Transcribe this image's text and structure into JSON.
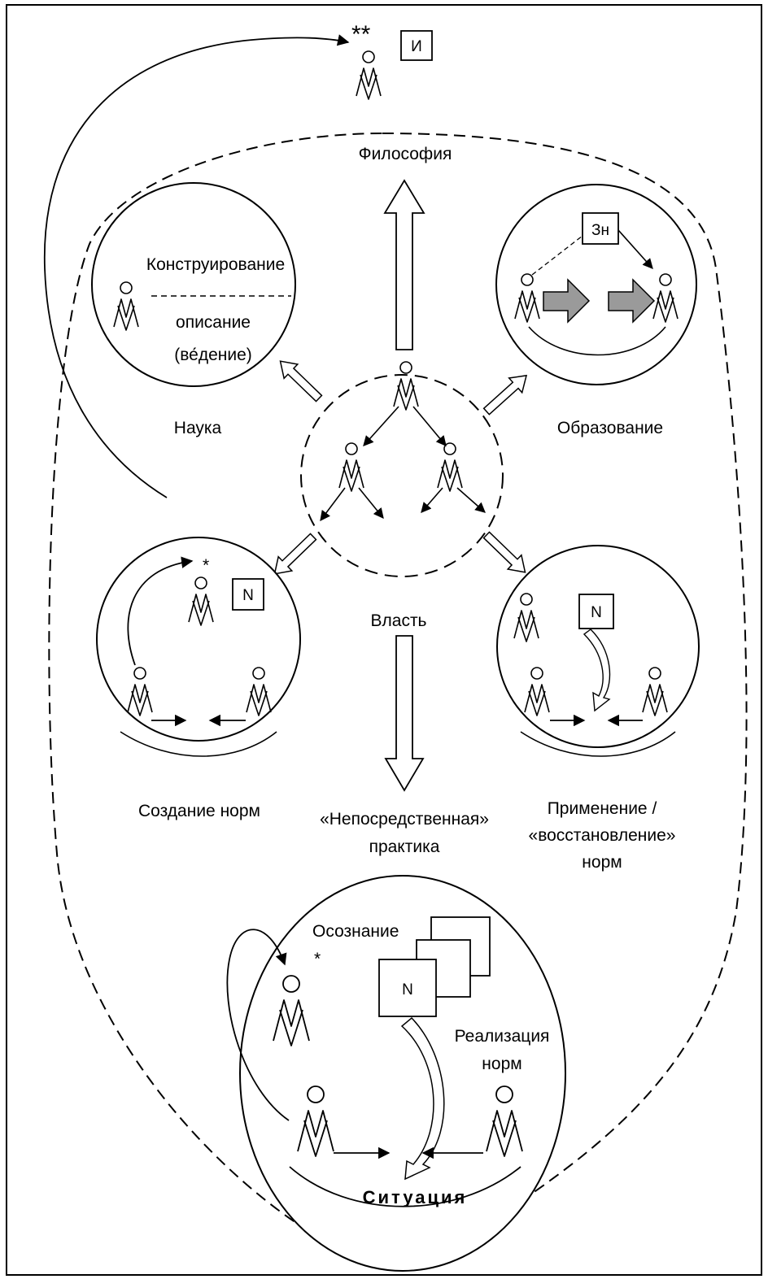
{
  "top_marks": {
    "stars": "**",
    "box_label": "И"
  },
  "labels": {
    "philosophy": "Философия",
    "construction": "Конструирование",
    "description": "описание",
    "knowledge": "(ве́дение)",
    "science": "Наука",
    "education": "Образование",
    "knowledge_box": "Зн",
    "power": "Власть",
    "norm_creation": "Создание норм",
    "norm_box": "N",
    "direct_practice_1": "«Непосредственная»",
    "direct_practice_2": "практика",
    "application_1": "Применение /",
    "application_2": "«восстановление»",
    "application_3": "норм",
    "awareness": "Осознание",
    "star": "*",
    "realization_1": "Реализация",
    "realization_2": "норм",
    "situation": "Ситуация"
  }
}
